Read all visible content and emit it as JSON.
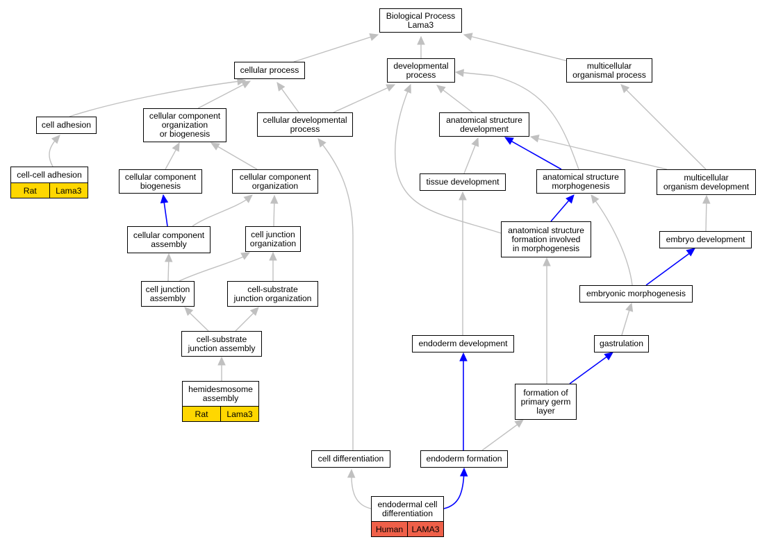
{
  "colors": {
    "edge_default": "#c0c0c0",
    "edge_highlight": "#0000ff",
    "tag_rat": "#ffd700",
    "tag_human": "#ef6049",
    "node_border": "#000000"
  },
  "nodes": [
    {
      "id": "bp",
      "label": "Biological Process\nLama3"
    },
    {
      "id": "cp",
      "label": "cellular process"
    },
    {
      "id": "dp",
      "label": "developmental\nprocess"
    },
    {
      "id": "mop",
      "label": "multicellular\norganismal process"
    },
    {
      "id": "ca",
      "label": "cell adhesion"
    },
    {
      "id": "ccob",
      "label": "cellular component\norganization\nor biogenesis"
    },
    {
      "id": "cdp",
      "label": "cellular developmental\nprocess"
    },
    {
      "id": "asd",
      "label": "anatomical structure\ndevelopment"
    },
    {
      "id": "cca",
      "label": "cell-cell adhesion",
      "tags": [
        {
          "text": "Rat",
          "color_key": "tag_rat"
        },
        {
          "text": "Lama3",
          "color_key": "tag_rat"
        }
      ]
    },
    {
      "id": "ccb",
      "label": "cellular component\nbiogenesis"
    },
    {
      "id": "cco",
      "label": "cellular component\norganization"
    },
    {
      "id": "td",
      "label": "tissue development"
    },
    {
      "id": "asm",
      "label": "anatomical structure\nmorphogenesis"
    },
    {
      "id": "mod",
      "label": "multicellular\norganism development"
    },
    {
      "id": "ccas",
      "label": "cellular component\nassembly"
    },
    {
      "id": "cjo",
      "label": "cell junction\norganization"
    },
    {
      "id": "asf",
      "label": "anatomical structure\nformation involved\nin morphogenesis"
    },
    {
      "id": "ed",
      "label": "embryo development"
    },
    {
      "id": "cja",
      "label": "cell junction\nassembly"
    },
    {
      "id": "csjo",
      "label": "cell-substrate\njunction organization"
    },
    {
      "id": "em",
      "label": "embryonic morphogenesis"
    },
    {
      "id": "csja",
      "label": "cell-substrate\njunction assembly"
    },
    {
      "id": "endd",
      "label": "endoderm development"
    },
    {
      "id": "gas",
      "label": "gastrulation"
    },
    {
      "id": "hda",
      "label": "hemidesmosome\nassembly",
      "tags": [
        {
          "text": "Rat",
          "color_key": "tag_rat"
        },
        {
          "text": "Lama3",
          "color_key": "tag_rat"
        }
      ]
    },
    {
      "id": "fpgl",
      "label": "formation of\nprimary germ\nlayer"
    },
    {
      "id": "cd",
      "label": "cell differentiation"
    },
    {
      "id": "ef",
      "label": "endoderm formation"
    },
    {
      "id": "ecd",
      "label": "endodermal cell\ndifferentiation",
      "tags": [
        {
          "text": "Human",
          "color_key": "tag_human"
        },
        {
          "text": "LAMA3",
          "color_key": "tag_human"
        }
      ]
    }
  ],
  "edges": [
    {
      "from": "cp",
      "to": "bp"
    },
    {
      "from": "dp",
      "to": "bp"
    },
    {
      "from": "mop",
      "to": "bp"
    },
    {
      "from": "ca",
      "to": "cp"
    },
    {
      "from": "ccob",
      "to": "cp"
    },
    {
      "from": "cdp",
      "to": "cp"
    },
    {
      "from": "cdp",
      "to": "dp"
    },
    {
      "from": "asd",
      "to": "dp"
    },
    {
      "from": "asm",
      "to": "dp"
    },
    {
      "from": "asf",
      "to": "dp"
    },
    {
      "from": "cca",
      "to": "ca"
    },
    {
      "from": "ccb",
      "to": "ccob"
    },
    {
      "from": "cco",
      "to": "ccob"
    },
    {
      "from": "td",
      "to": "asd"
    },
    {
      "from": "asm",
      "to": "asd",
      "highlight": true
    },
    {
      "from": "mod",
      "to": "asd"
    },
    {
      "from": "mod",
      "to": "mop"
    },
    {
      "from": "ccas",
      "to": "ccb",
      "highlight": true
    },
    {
      "from": "ccas",
      "to": "cco"
    },
    {
      "from": "cjo",
      "to": "cco"
    },
    {
      "from": "asf",
      "to": "asm",
      "highlight": true
    },
    {
      "from": "em",
      "to": "asm"
    },
    {
      "from": "ed",
      "to": "mod"
    },
    {
      "from": "cja",
      "to": "ccas"
    },
    {
      "from": "cja",
      "to": "cjo"
    },
    {
      "from": "csjo",
      "to": "cjo"
    },
    {
      "from": "em",
      "to": "ed",
      "highlight": true
    },
    {
      "from": "csja",
      "to": "cja"
    },
    {
      "from": "csja",
      "to": "csjo"
    },
    {
      "from": "endd",
      "to": "td"
    },
    {
      "from": "gas",
      "to": "em"
    },
    {
      "from": "hda",
      "to": "csja"
    },
    {
      "from": "fpgl",
      "to": "asf"
    },
    {
      "from": "fpgl",
      "to": "gas",
      "highlight": true
    },
    {
      "from": "cd",
      "to": "cdp"
    },
    {
      "from": "ef",
      "to": "endd",
      "highlight": true
    },
    {
      "from": "ef",
      "to": "fpgl"
    },
    {
      "from": "ecd",
      "to": "cd"
    },
    {
      "from": "ecd",
      "to": "ef",
      "highlight": true
    }
  ]
}
